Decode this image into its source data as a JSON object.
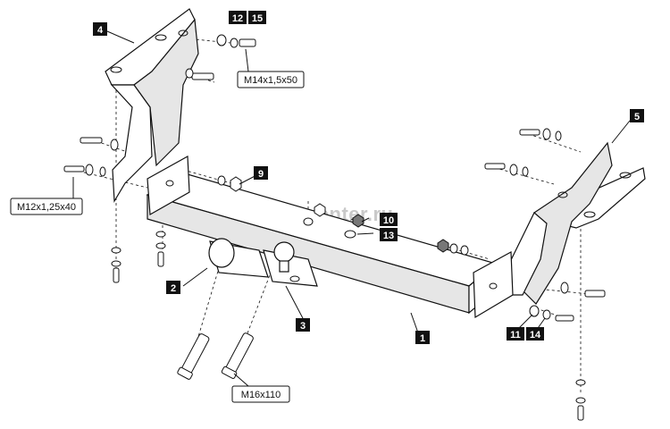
{
  "watermark": "farkop-center.ru",
  "part_labels": {
    "p1": "1",
    "p2": "2",
    "p3": "3",
    "p4": "4",
    "p5": "5",
    "p9": "9",
    "p10": "10",
    "p11": "11",
    "p12": "12",
    "p13": "13",
    "p14": "14",
    "p15": "15"
  },
  "specs": {
    "bolt_top": "M14x1,5x50",
    "bolt_left": "M12x1,25x40",
    "bolt_bottom": "M16x110"
  }
}
